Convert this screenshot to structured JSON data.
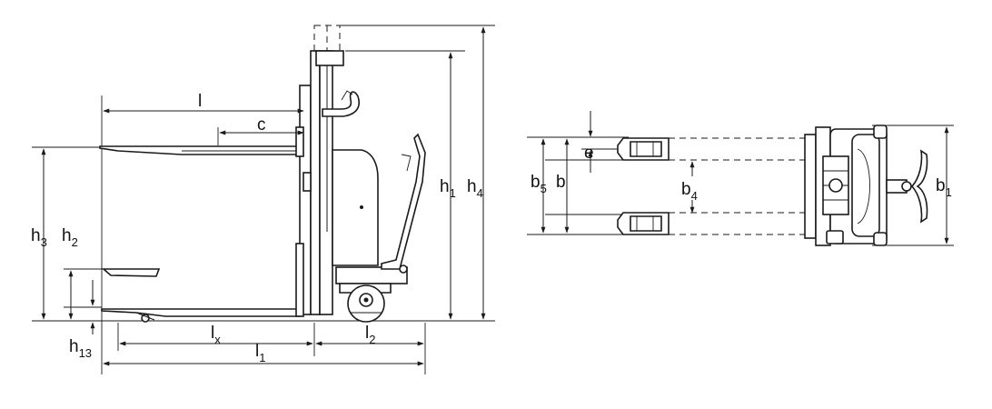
{
  "side_view": {
    "labels": {
      "l": "l",
      "c": "c",
      "h1": {
        "base": "h",
        "sub": "1"
      },
      "h4": {
        "base": "h",
        "sub": "4"
      },
      "h3": {
        "base": "h",
        "sub": "3"
      },
      "h2": {
        "base": "h",
        "sub": "2"
      },
      "h13": {
        "base": "h",
        "sub": "13"
      },
      "lx": {
        "base": "l",
        "sub": "x"
      },
      "l2": {
        "base": "l",
        "sub": "2"
      },
      "l1": {
        "base": "l",
        "sub": "1"
      }
    }
  },
  "top_view": {
    "labels": {
      "e": "e",
      "b5": {
        "base": "b",
        "sub": "5"
      },
      "b": "b",
      "b4": {
        "base": "b",
        "sub": "4"
      },
      "b1": {
        "base": "b",
        "sub": "1"
      }
    }
  }
}
